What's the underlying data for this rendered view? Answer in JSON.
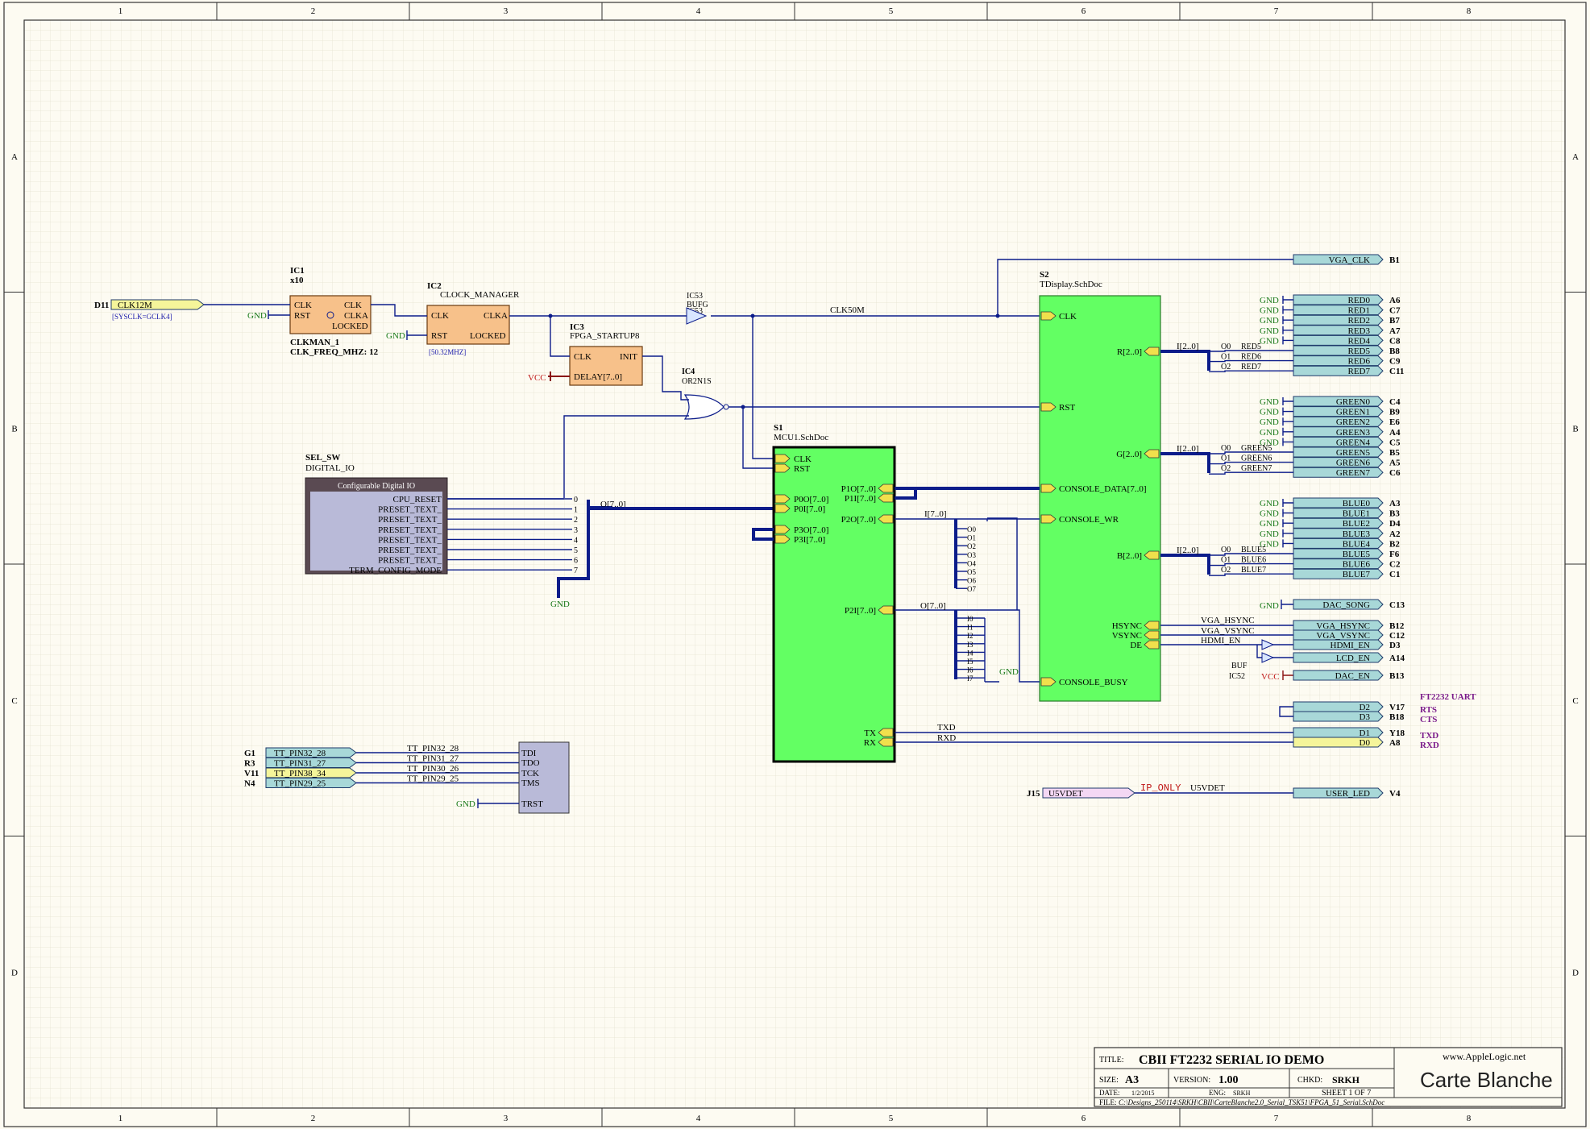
{
  "border": {
    "cols": [
      "1",
      "2",
      "3",
      "4",
      "5",
      "6",
      "7",
      "8"
    ],
    "rows": [
      "A",
      "B",
      "C",
      "D"
    ]
  },
  "components": {
    "ic1": {
      "ref": "IC1",
      "mult": "x10",
      "name": "CLKMAN_1",
      "param": "CLK_FREQ_MHZ: 12",
      "pins": [
        "CLK",
        "RST",
        "CLK",
        "CLKA",
        "LOCKED"
      ]
    },
    "ic2": {
      "ref": "IC2",
      "name": "CLOCK_MANAGER",
      "freq": "[50.32MHZ]",
      "pins": [
        "CLK",
        "RST",
        "CLKA",
        "LOCKED"
      ]
    },
    "ic3": {
      "ref": "IC3",
      "name": "FPGA_STARTUP8",
      "pins": [
        "CLK",
        "INIT",
        "DELAY[7..0]"
      ]
    },
    "ic4": {
      "ref": "IC4",
      "name": "OR2N1S"
    },
    "ic53": {
      "ref": "IC53",
      "name": "BUFG"
    },
    "ic52": {
      "ref": "IC52",
      "name": "BUF"
    },
    "sel": {
      "ref": "SEL_SW",
      "name": "DIGITAL_IO",
      "title": "Configurable Digital IO",
      "pins": [
        "CPU_RESET",
        "PRESET_TEXT_",
        "PRESET_TEXT_",
        "PRESET_TEXT_",
        "PRESET_TEXT_",
        "PRESET_TEXT_",
        "PRESET_TEXT_",
        "TERM_CONFIG_MODE"
      ]
    },
    "s1": {
      "ref": "S1",
      "doc": "MCU1.SchDoc",
      "pins_left": [
        "CLK",
        "RST",
        "P0O[7..0]",
        "P0I[7..0]",
        "P3O[7..0]",
        "P3I[7..0]"
      ],
      "pins_right": [
        "P1O[7..0]",
        "P1I[7..0]",
        "P2O[7..0]",
        "P2I[7..0]",
        "TX",
        "RX"
      ]
    },
    "s2": {
      "ref": "S2",
      "doc": "TDisplay.SchDoc",
      "pins_left": [
        "CLK",
        "RST",
        "CONSOLE_DATA[7..0]",
        "CONSOLE_WR",
        "CONSOLE_BUSY"
      ],
      "pins_right": [
        "R[2..0]",
        "G[2..0]",
        "B[2..0]",
        "HSYNC",
        "VSYNC",
        "DE"
      ]
    },
    "jtag": {
      "pins": [
        "TDI",
        "TDO",
        "TCK",
        "TMS",
        "TRST"
      ]
    }
  },
  "ports": {
    "clk12m": {
      "label": "CLK12M",
      "pin": "D11",
      "note": "[SYSCLK=GCLK4]"
    },
    "vga_clk": {
      "label": "VGA_CLK",
      "pin": "B1"
    },
    "red": [
      {
        "label": "RED0",
        "pin": "A6"
      },
      {
        "label": "RED1",
        "pin": "C7"
      },
      {
        "label": "RED2",
        "pin": "B7"
      },
      {
        "label": "RED3",
        "pin": "A7"
      },
      {
        "label": "RED4",
        "pin": "C8"
      },
      {
        "label": "RED5",
        "pin": "B8"
      },
      {
        "label": "RED6",
        "pin": "C9"
      },
      {
        "label": "RED7",
        "pin": "C11"
      }
    ],
    "green": [
      {
        "label": "GREEN0",
        "pin": "C4"
      },
      {
        "label": "GREEN1",
        "pin": "B9"
      },
      {
        "label": "GREEN2",
        "pin": "E6"
      },
      {
        "label": "GREEN3",
        "pin": "A4"
      },
      {
        "label": "GREEN4",
        "pin": "C5"
      },
      {
        "label": "GREEN5",
        "pin": "B5"
      },
      {
        "label": "GREEN6",
        "pin": "A5"
      },
      {
        "label": "GREEN7",
        "pin": "C6"
      }
    ],
    "blue": [
      {
        "label": "BLUE0",
        "pin": "A3"
      },
      {
        "label": "BLUE1",
        "pin": "B3"
      },
      {
        "label": "BLUE2",
        "pin": "D4"
      },
      {
        "label": "BLUE3",
        "pin": "A2"
      },
      {
        "label": "BLUE4",
        "pin": "B2"
      },
      {
        "label": "BLUE5",
        "pin": "F6"
      },
      {
        "label": "BLUE6",
        "pin": "C2"
      },
      {
        "label": "BLUE7",
        "pin": "C1"
      }
    ],
    "dac_song": {
      "label": "DAC_SONG",
      "pin": "C13"
    },
    "vga_hsync": {
      "label": "VGA_HSYNC",
      "pin": "B12"
    },
    "vga_vsync": {
      "label": "VGA_VSYNC",
      "pin": "C12"
    },
    "hdmi_en": {
      "label": "HDMI_EN",
      "pin": "D3"
    },
    "lcd_en": {
      "label": "LCD_EN",
      "pin": "A14"
    },
    "dac_en": {
      "label": "DAC_EN",
      "pin": "B13"
    },
    "uart": [
      {
        "label": "D2",
        "pin": "V17",
        "sig": "RTS"
      },
      {
        "label": "D3",
        "pin": "B18",
        "sig": "CTS"
      },
      {
        "label": "D1",
        "pin": "Y18",
        "sig": "TXD"
      },
      {
        "label": "D0",
        "pin": "A8",
        "sig": "RXD"
      }
    ],
    "uart_title": "FT2232 UART",
    "user_led": {
      "label": "USER_LED",
      "pin": "V4"
    },
    "u5vdet": {
      "label": "U5VDET",
      "pin": "J15",
      "directive": "IP_ONLY",
      "net": "U5VDET"
    },
    "tt": [
      {
        "label": "TT_PIN32_28",
        "pin": "G1",
        "net": "TT_PIN32_28"
      },
      {
        "label": "TT_PIN31_27",
        "pin": "R3",
        "net": "TT_PIN31_27"
      },
      {
        "label": "TT_PIN38_34",
        "pin": "V11",
        "net": "TT_PIN30_26"
      },
      {
        "label": "TT_PIN29_25",
        "pin": "N4",
        "net": "TT_PIN29_25"
      }
    ]
  },
  "nets": {
    "clk50m": "CLK50M",
    "txd": "TXD",
    "rxd": "RXD",
    "hsync": "VGA_HSYNC",
    "vsync": "VGA_VSYNC",
    "hdmi": "HDMI_EN",
    "i20": "I[2..0]",
    "o70": "O[7..0]",
    "i70": "I[7..0]",
    "red_o": [
      "O0",
      "O1",
      "O2"
    ],
    "red_n": [
      "RED5",
      "RED6",
      "RED7"
    ],
    "green_n": [
      "GREEN5",
      "GREEN6",
      "GREEN7"
    ],
    "blue_n": [
      "BLUE5",
      "BLUE6",
      "BLUE7"
    ],
    "bits": [
      "0",
      "1",
      "2",
      "3",
      "4",
      "5",
      "6",
      "7"
    ],
    "gnd": "GND",
    "vcc": "VCC"
  },
  "title_block": {
    "title_label": "TITLE:",
    "title": "CBII FT2232 SERIAL IO DEMO",
    "size_label": "SIZE:",
    "size": "A3",
    "version_label": "VERSION:",
    "version": "1.00",
    "chkd_label": "CHKD:",
    "chkd": "SRKH",
    "date_label": "DATE:",
    "date": "1/2/2015",
    "eng_label": "ENG:",
    "eng": "SRKH",
    "sheet": "SHEET 1 OF 7",
    "file_label": "FILE:",
    "file": "C:\\Designs_250114\\SRKH\\CBII\\CarteBlanche2.0_Serial_TSK51\\FPGA_51_Serial.SchDoc",
    "logo_top": "www.AppleLogic.net",
    "logo": "Carte Blanche"
  }
}
